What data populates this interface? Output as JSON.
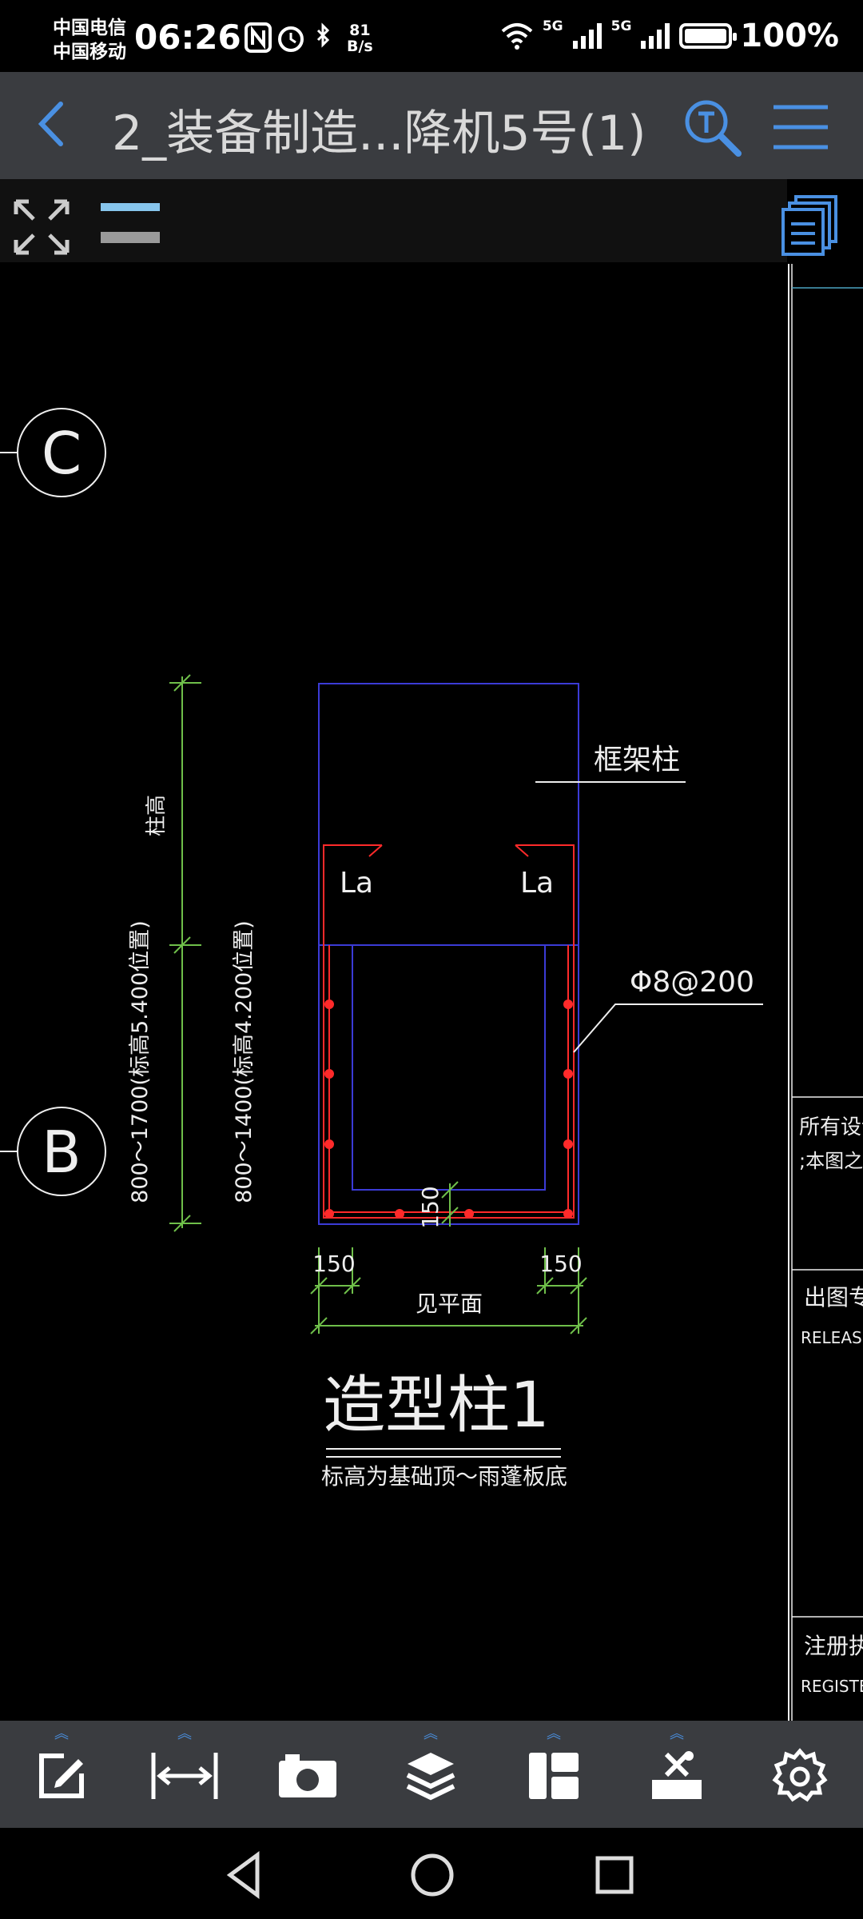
{
  "status_bar": {
    "carrier_1": "中国电信",
    "carrier_2": "中国移动",
    "time": "06:26",
    "net_speed_value": "81",
    "net_speed_unit": "B/s",
    "signal_1": "5G",
    "signal_2": "5G",
    "battery": "100%",
    "icons": [
      "nfc-icon",
      "alarm-icon",
      "bluetooth-icon",
      "wifi-icon",
      "signal-icon",
      "battery-icon"
    ]
  },
  "title_bar": {
    "title": "2_装备制造...降机5号(1)",
    "icons": [
      "back-icon",
      "text-search-icon",
      "menu-icon"
    ]
  },
  "drawing": {
    "grid_axis_c": "C",
    "grid_axis_b": "B",
    "label_column_height": "柱高",
    "dim_left": "800～1700(标高5.400位置)",
    "dim_right": "800～1400(标高4.200位置)",
    "label_frame_column": "框架柱",
    "la_left": "La",
    "la_right": "La",
    "rebar_spec": "Φ8@200",
    "dim_150_vertical": "150",
    "dim_150_left": "150",
    "dim_150_right": "150",
    "dim_see_plan": "见平面",
    "drawing_title": "造型柱1",
    "drawing_subtitle": "标高为基础顶～雨蓬板底",
    "sidebar_note_1": "所有设计",
    "sidebar_note_2": ";本图之版",
    "sidebar_release_cn": "出图专用",
    "sidebar_release_en": "RELEASE S",
    "sidebar_register_cn": "注册执业",
    "sidebar_register_en": "REGISTERE"
  },
  "colors": {
    "accent": "#4a90e2",
    "bar_bg": "#3a3c40",
    "cad_blue": "#3b3bd6",
    "cad_red": "#ff2a2a",
    "cad_green": "#6fbf4a"
  },
  "toolbar": {
    "items": [
      "annotate-icon",
      "measure-icon",
      "camera-icon",
      "layers-icon",
      "layout-icon",
      "tools-icon",
      "settings-icon"
    ]
  },
  "nav_bar": {
    "items": [
      "nav-back-icon",
      "nav-home-icon",
      "nav-recents-icon"
    ]
  }
}
